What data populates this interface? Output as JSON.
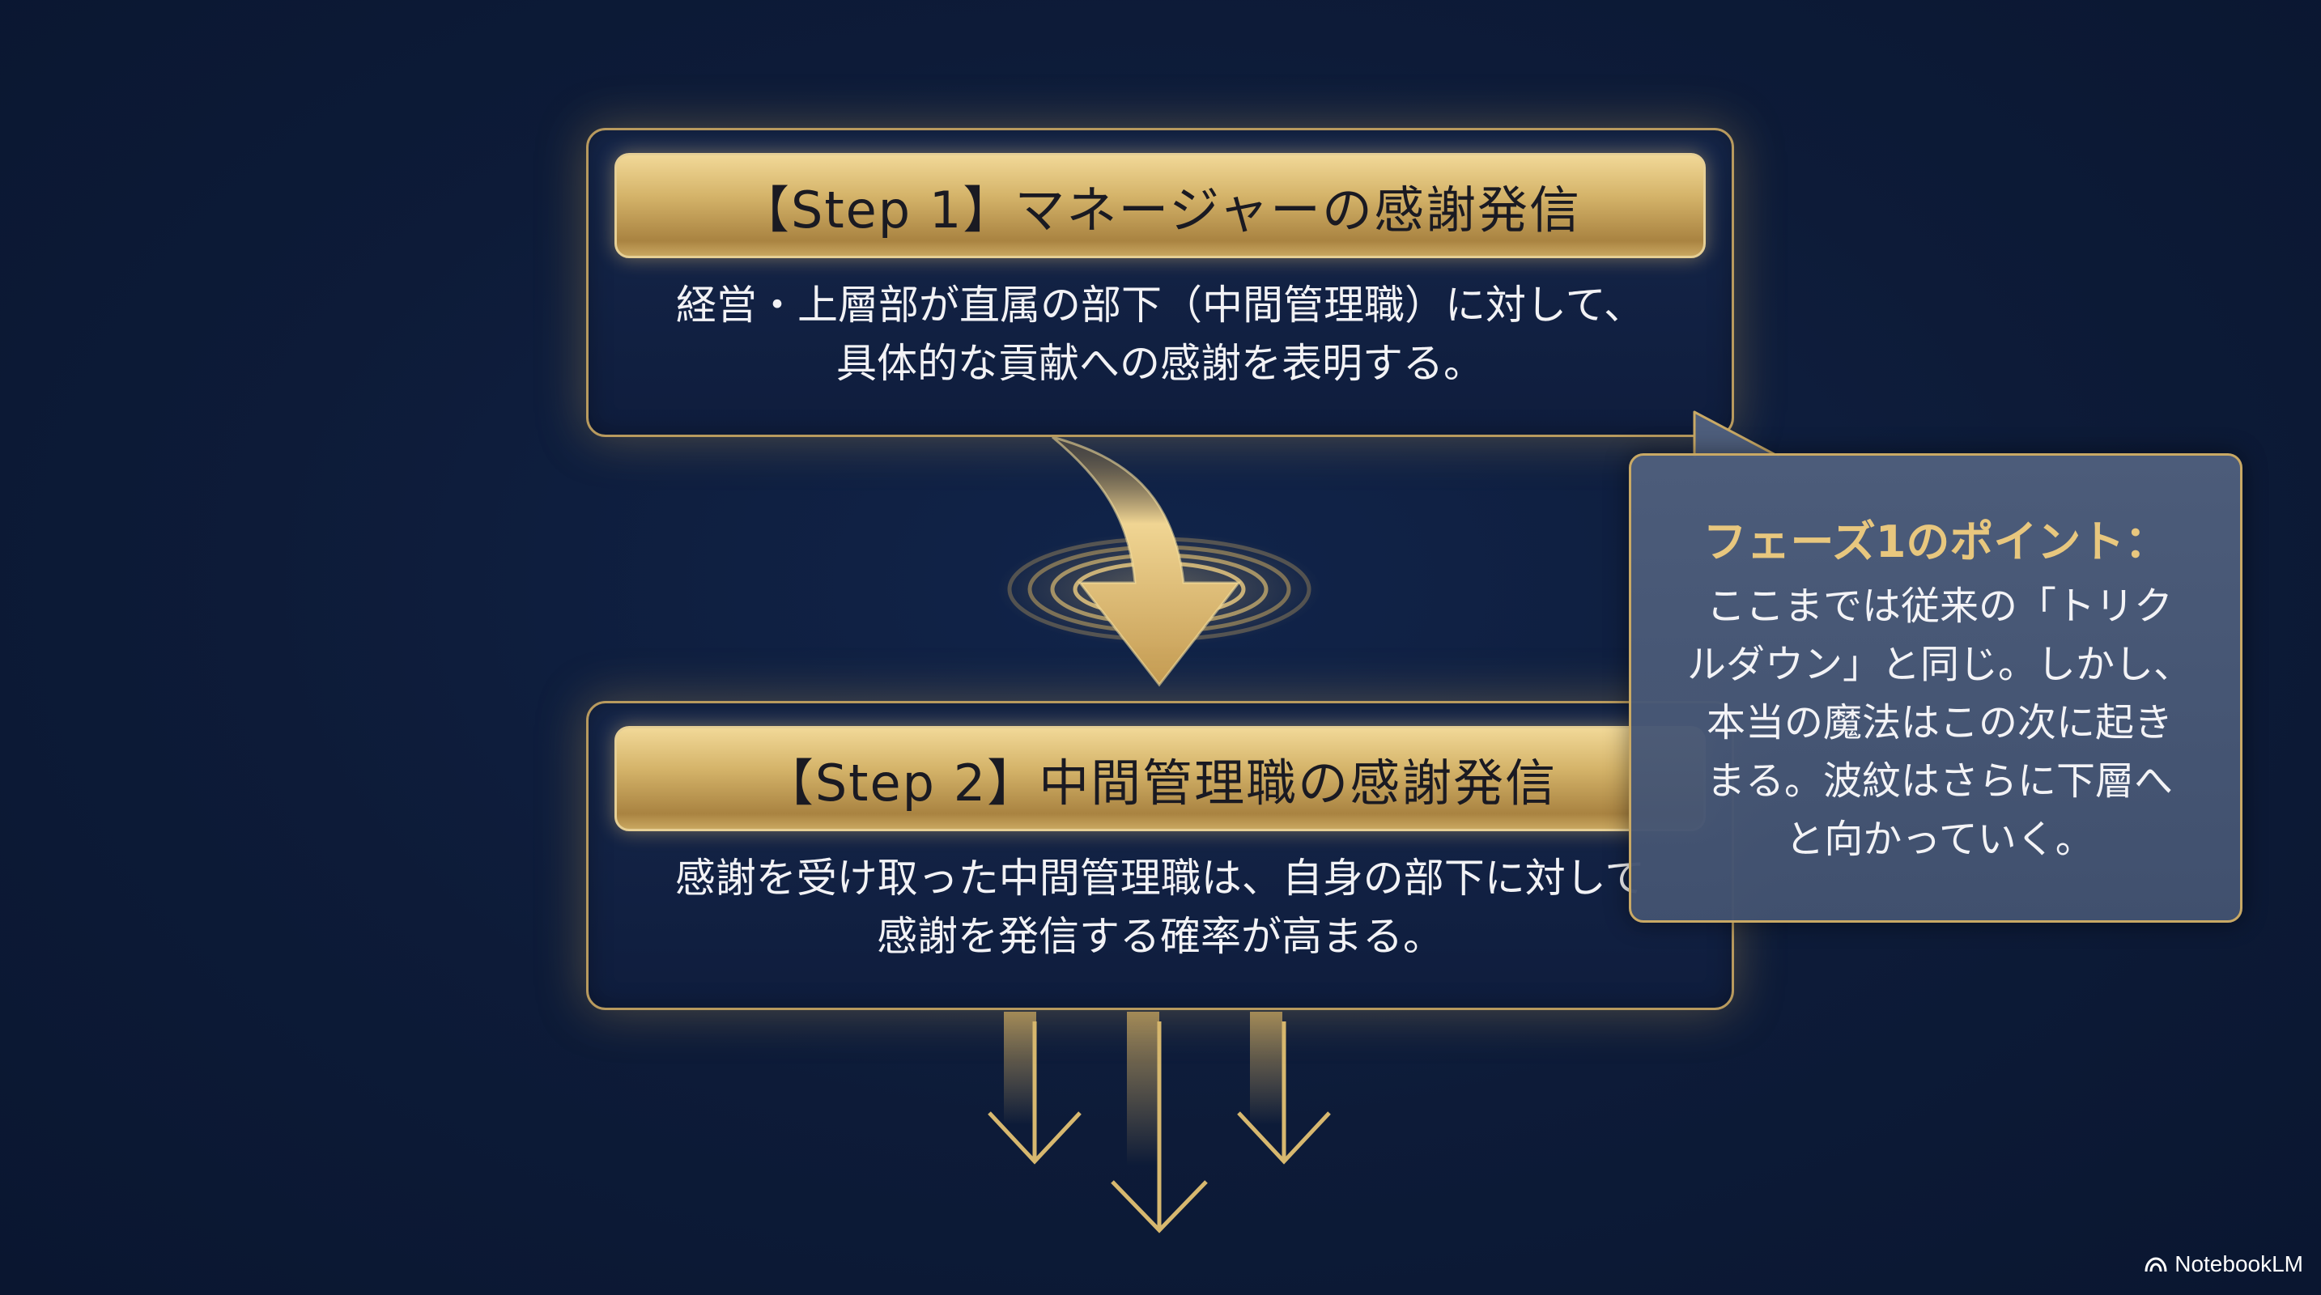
{
  "steps": [
    {
      "title": "【Step 1】マネージャーの感謝発信",
      "body": [
        "経営・上層部が直属の部下（中間管理職）に対して、",
        "具体的な貢献への感謝を表明する。"
      ]
    },
    {
      "title": "【Step 2】中間管理職の感謝発信",
      "body": [
        "感謝を受け取った中間管理職は、自身の部下に対して",
        "感謝を発信する確率が高まる。"
      ]
    }
  ],
  "callout": {
    "title": "フェーズ1のポイント：",
    "body": [
      "ここまでは従来の「トリク",
      "ルダウン」と同じ。しかし、",
      "本当の魔法はこの次に起き",
      "まる。波紋はさらに下層へ",
      "と向かっていく。"
    ]
  },
  "brand": {
    "name": "NotebookLM"
  },
  "colors": {
    "background": "#0d1b38",
    "gold": "#d5b46a",
    "gold_light": "#f1d897",
    "callout_title": "#e8c77e"
  }
}
